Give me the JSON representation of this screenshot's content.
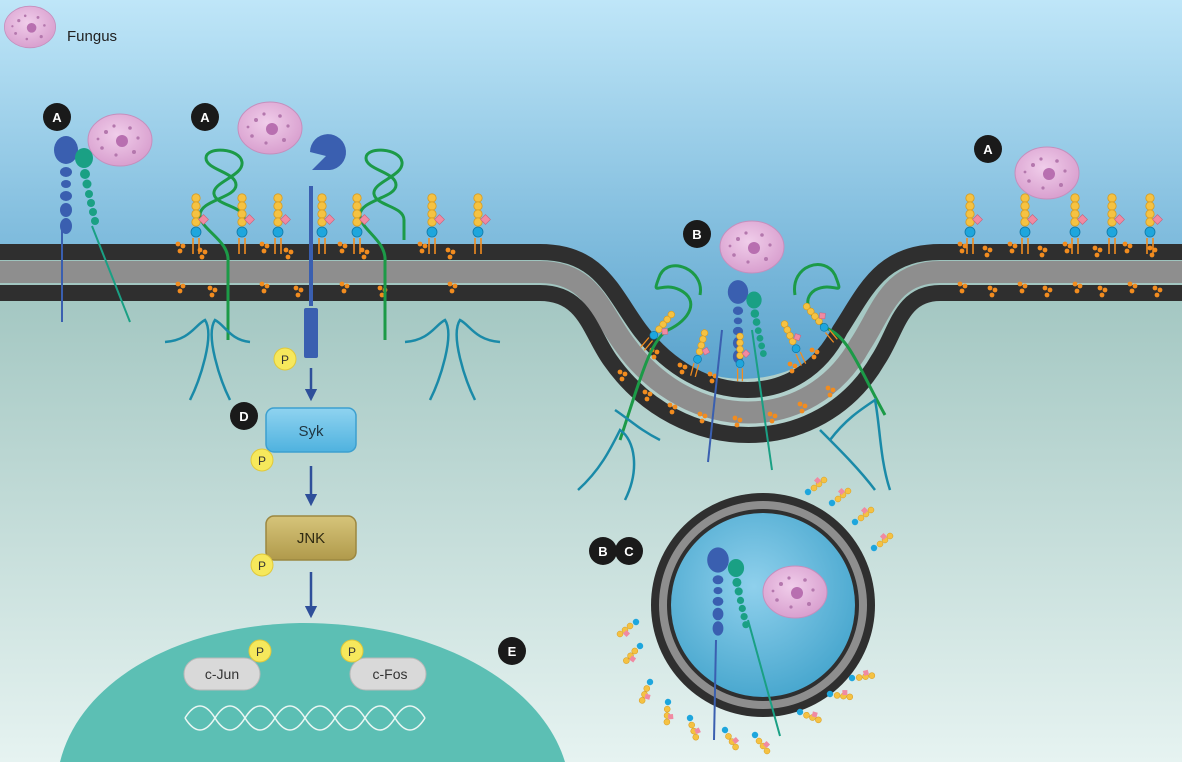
{
  "legend": {
    "fungus_label": "Fungus"
  },
  "markers": {
    "a1": "A",
    "a2": "A",
    "a3": "A",
    "b1": "B",
    "b2": "B",
    "c1": "C",
    "d1": "D",
    "e1": "E"
  },
  "phospho_label": "P",
  "pathway": {
    "syk": "Syk",
    "jnk": "JNK",
    "cjun": "c-Jun",
    "cfos": "c-Fos"
  },
  "colors": {
    "extracellular_top": "#b9e3f7",
    "extracellular_mid": "#6fb0d4",
    "cytoplasm_top": "#7aaea6",
    "cytoplasm_bottom": "#e3f1ef",
    "membrane_dark": "#2f2f2f",
    "membrane_gray": "#8e8e8e",
    "lipid_orange": "#f28c1f",
    "fungus_pink": "#e7b3dc",
    "fungus_dot": "#b477ad",
    "receptor_blue": "#3a5fb0",
    "receptor_teal": "#1aa084",
    "receptor_green": "#1c9a47",
    "sugar_yellow": "#f5c242",
    "sugar_cyan": "#1ea6dd",
    "sugar_pink": "#f08aa2",
    "syk_fill": "#6cc3e8",
    "jnk_fill": "#c6b264",
    "phospho_fill": "#f6e85c",
    "nucleus": "#5cbfb4",
    "marker_black": "#1a1a1a"
  },
  "icons": [
    "fungus-icon",
    "dectin-receptor-icon",
    "glycan-icon",
    "phosphate-icon",
    "arrow-icon",
    "dna-icon"
  ]
}
